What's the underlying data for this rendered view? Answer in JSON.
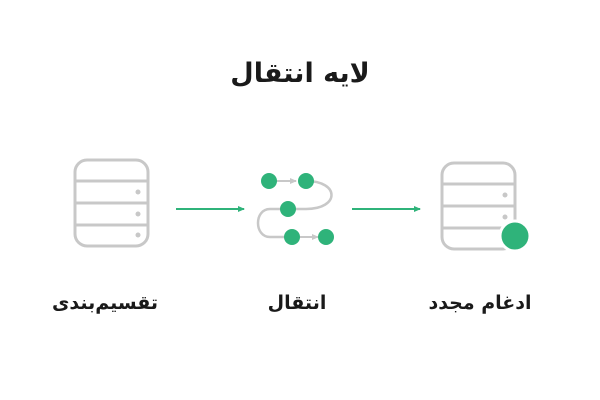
{
  "title": "لایه انتقال",
  "stages": {
    "right": "ادغام مجدد",
    "center": "انتقال",
    "left": "تقسیم‌بندی"
  },
  "colors": {
    "accent": "#2fb37a",
    "icon_stroke": "#c8c8c8",
    "text": "#1a1a1a"
  },
  "icons": {
    "right": "database-with-dot-icon",
    "center": "packet-flow-icon",
    "left": "database-icon"
  }
}
